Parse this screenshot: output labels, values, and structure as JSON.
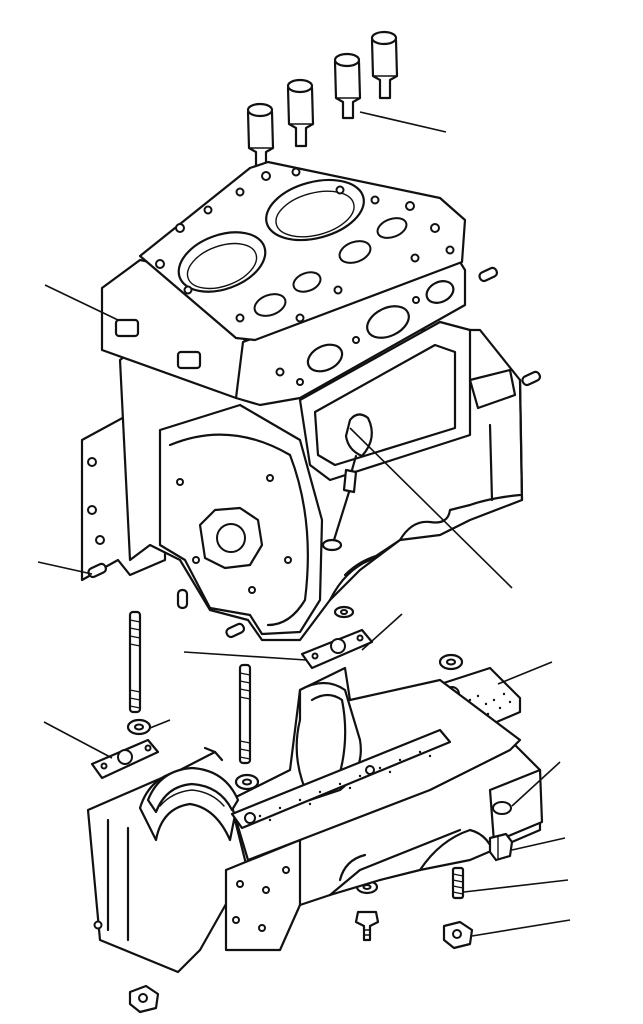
{
  "illustration": {
    "background": "#ffffff",
    "ink": "#111111",
    "parts": [
      "valve-guide",
      "cylinder-head",
      "dipstick",
      "crankcase-upper",
      "dowel-pin",
      "gasket",
      "stud",
      "washer",
      "main-bearing-shell",
      "crankcase-lower",
      "bolt",
      "nut"
    ]
  }
}
